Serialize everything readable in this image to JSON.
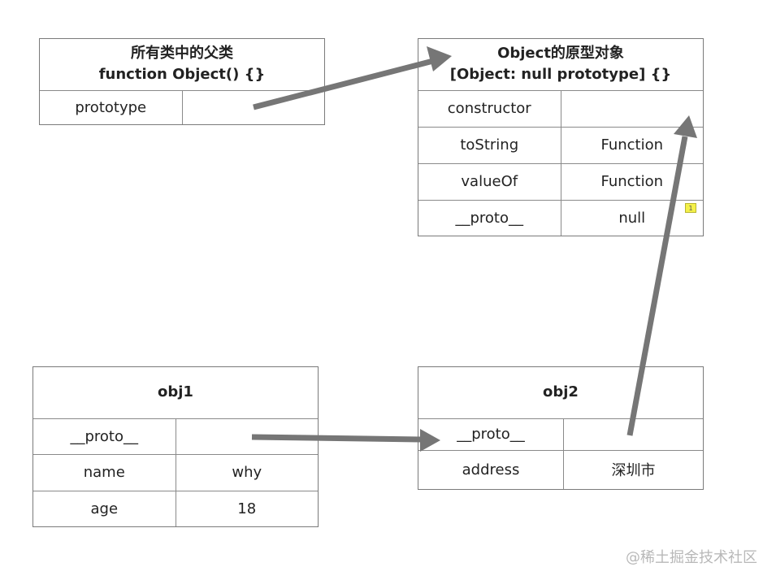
{
  "boxes": {
    "object_function": {
      "header_line1": "所有类中的父类",
      "header_line2": "function Object() {}",
      "rows": [
        {
          "key": "prototype",
          "value": ""
        }
      ]
    },
    "object_prototype": {
      "header_line1": "Object的原型对象",
      "header_line2": "[Object: null prototype] {}",
      "rows": [
        {
          "key": "constructor",
          "value": ""
        },
        {
          "key": "toString",
          "value": "Function"
        },
        {
          "key": "valueOf",
          "value": "Function"
        },
        {
          "key": "__proto__",
          "value": "null"
        }
      ]
    },
    "obj1": {
      "header": "obj1",
      "rows": [
        {
          "key": "__proto__",
          "value": ""
        },
        {
          "key": "name",
          "value": "why"
        },
        {
          "key": "age",
          "value": "18"
        }
      ]
    },
    "obj2": {
      "header": "obj2",
      "rows": [
        {
          "key": "__proto__",
          "value": ""
        },
        {
          "key": "address",
          "value": "深圳市"
        }
      ]
    }
  },
  "note_marker": "1",
  "watermark": "@稀土掘金技术社区",
  "colors": {
    "border": "#7a7a7a",
    "arrow": "#767676",
    "note": "#f4f14a",
    "watermark": "#b8b8b8"
  }
}
